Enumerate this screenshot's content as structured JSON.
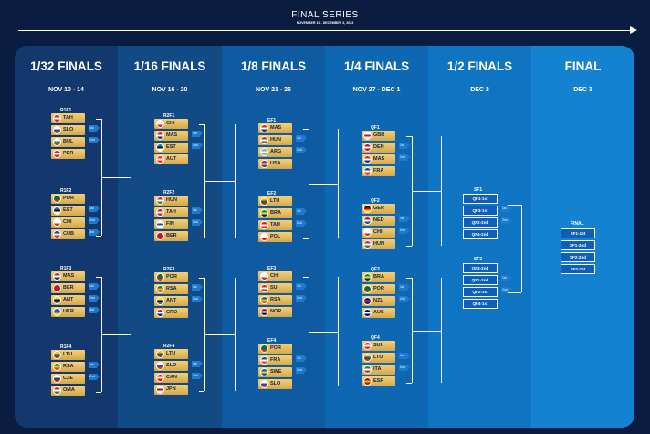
{
  "header": {
    "title": "FINAL SERIES",
    "subtitle": "NOVEMBER 10 - DECEMBER 3, 2023"
  },
  "rounds": [
    {
      "name": "1/32 FINALS",
      "date": "NOV 10 - 14",
      "color": "#13386e"
    },
    {
      "name": "1/16 FINALS",
      "date": "NOV 16 - 20",
      "color": "#124a86"
    },
    {
      "name": "1/8 FINALS",
      "date": "NOV 21 - 25",
      "color": "#0e5ba1"
    },
    {
      "name": "1/4 FINALS",
      "date": "NOV 27 - DEC 1",
      "color": "#0d67b2"
    },
    {
      "name": "1/2 FINALS",
      "date": "DEC 2",
      "color": "#0f75c3"
    },
    {
      "name": "FINAL",
      "date": "DEC 3",
      "color": "#1482d1"
    }
  ],
  "advance_labels": {
    "first": "1st",
    "second": "2nd",
    "third": "3rd"
  },
  "round_of_32": [
    {
      "label": "R1F1",
      "teams": [
        "TAH",
        "SLO",
        "BUL",
        "PER"
      ],
      "advance": [
        "1st",
        "2nd"
      ]
    },
    {
      "label": "R1F2",
      "teams": [
        "POR",
        "EST",
        "CHI",
        "CUB"
      ],
      "advance": [
        "1st",
        "2nd",
        "3rd"
      ]
    },
    {
      "label": "R1F3",
      "teams": [
        "MAS",
        "BER",
        "ANT",
        "UKR"
      ],
      "advance": [
        "1st",
        "2nd",
        "3rd"
      ]
    },
    {
      "label": "R1F4",
      "teams": [
        "LTU",
        "RSA",
        "CZE",
        "OMA"
      ],
      "advance": [
        "1st",
        "2nd"
      ]
    }
  ],
  "round_of_16": [
    {
      "label": "R2F1",
      "teams": [
        "CHI",
        "MAS",
        "EST",
        "AUT"
      ],
      "advance": [
        "1st",
        "2nd"
      ]
    },
    {
      "label": "R2F2",
      "teams": [
        "HUN",
        "TAH",
        "FIN",
        "BER"
      ],
      "advance": [
        "1st",
        "2nd"
      ]
    },
    {
      "label": "R2F3",
      "teams": [
        "POR",
        "RSA",
        "ANT",
        "CRO"
      ],
      "advance": [
        "1st",
        "2nd"
      ]
    },
    {
      "label": "R2F4",
      "teams": [
        "LTU",
        "SLO",
        "CAN",
        "JPN"
      ],
      "advance": [
        "1st",
        "2nd"
      ]
    }
  ],
  "round_of_8": [
    {
      "label": "EF1",
      "teams": [
        "MAS",
        "HUN",
        "ARG",
        "USA"
      ],
      "advance": [
        "1st",
        "2nd"
      ]
    },
    {
      "label": "EF2",
      "teams": [
        "LTU",
        "BRA",
        "TAH",
        "POL"
      ],
      "advance": [
        "1st",
        "2nd"
      ]
    },
    {
      "label": "EF3",
      "teams": [
        "CHI",
        "SUI",
        "RSA",
        "NOR"
      ],
      "advance": [
        "1st",
        "2nd"
      ]
    },
    {
      "label": "EF4",
      "teams": [
        "POR",
        "FRA",
        "SWE",
        "SLO"
      ],
      "advance": [
        "1st",
        "2nd"
      ]
    }
  ],
  "quarter_finals": [
    {
      "label": "QF1",
      "teams": [
        "GBR",
        "DEN",
        "MAS",
        "FRA"
      ],
      "advance": [
        "1st",
        "2nd"
      ]
    },
    {
      "label": "QF2",
      "teams": [
        "GER",
        "NED",
        "CHI",
        "HUN"
      ],
      "advance": [
        "1st",
        "2nd"
      ]
    },
    {
      "label": "QF3",
      "teams": [
        "BRA",
        "POR",
        "NZL",
        "AUS"
      ],
      "advance": [
        "1st",
        "2nd"
      ]
    },
    {
      "label": "QF4",
      "teams": [
        "SUI",
        "LTU",
        "ITA",
        "ESP"
      ],
      "advance": [
        "1st",
        "2nd"
      ]
    }
  ],
  "semi_finals": [
    {
      "label": "SF1",
      "slots": [
        "QF1-1st",
        "QF3-1st",
        "QF2-2nd",
        "QF4-2nd"
      ],
      "advance": [
        "1st",
        "2nd"
      ]
    },
    {
      "label": "SF2",
      "slots": [
        "QF3-2nd",
        "QF1-2nd",
        "QF2-1st",
        "QF4-1st"
      ],
      "advance": [
        "1st",
        "2nd"
      ]
    }
  ],
  "final": {
    "label": "FINAL",
    "slots": [
      "SF1-1st",
      "SF1-2nd",
      "SF2-2nd",
      "SF2-1st"
    ]
  },
  "flag_colors": {
    "TAH": [
      "#e21b2b",
      "#ffffff",
      "#e21b2b"
    ],
    "SLO": [
      "#ffffff",
      "#1f4aa8",
      "#e12b30"
    ],
    "BUL": [
      "#ffffff",
      "#12a05c",
      "#d62612"
    ],
    "PER": [
      "#d91023",
      "#ffffff",
      "#d91023"
    ],
    "POR": [
      "#0a6e2d",
      "#0a6e2d",
      "#e1271f"
    ],
    "EST": [
      "#1f6fd1",
      "#111111",
      "#ffffff"
    ],
    "CHI": [
      "#ffffff",
      "#ffffff",
      "#d52b1e"
    ],
    "CUB": [
      "#1b3c96",
      "#ffffff",
      "#d52b1e"
    ],
    "MAS": [
      "#d52b1e",
      "#ffffff",
      "#1a2f85"
    ],
    "BER": [
      "#c8102e",
      "#c8102e",
      "#c8102e"
    ],
    "ANT": [
      "#ffd400",
      "#111111",
      "#1d5bd1"
    ],
    "UKR": [
      "#1d5bd1",
      "#1d5bd1",
      "#ffd400"
    ],
    "LTU": [
      "#fdb913",
      "#006a44",
      "#c1272d"
    ],
    "RSA": [
      "#007a4d",
      "#ffb612",
      "#de3831"
    ],
    "CZE": [
      "#ffffff",
      "#11457e",
      "#d7141a"
    ],
    "OMA": [
      "#d62828",
      "#ffffff",
      "#0a8f3d"
    ],
    "AUT": [
      "#ed2939",
      "#ffffff",
      "#ed2939"
    ],
    "HUN": [
      "#ce2939",
      "#ffffff",
      "#477050"
    ],
    "FIN": [
      "#ffffff",
      "#1e4ea1",
      "#ffffff"
    ],
    "CRO": [
      "#ff0000",
      "#ffffff",
      "#171796"
    ],
    "CAN": [
      "#ff0000",
      "#ffffff",
      "#ff0000"
    ],
    "JPN": [
      "#ffffff",
      "#bc002d",
      "#ffffff"
    ],
    "ARG": [
      "#74acdf",
      "#ffffff",
      "#74acdf"
    ],
    "USA": [
      "#b22234",
      "#ffffff",
      "#3c3b6e"
    ],
    "BRA": [
      "#009c3b",
      "#ffdf00",
      "#002776"
    ],
    "POL": [
      "#ffffff",
      "#ffffff",
      "#dc143c"
    ],
    "SUI": [
      "#da291c",
      "#ffffff",
      "#da291c"
    ],
    "NOR": [
      "#ba0c2f",
      "#ffffff",
      "#00205b"
    ],
    "FRA": [
      "#0055a4",
      "#ffffff",
      "#ef4135"
    ],
    "SWE": [
      "#006aa7",
      "#fecc00",
      "#006aa7"
    ],
    "GBR": [
      "#ffffff",
      "#cf142b",
      "#ffffff"
    ],
    "DEN": [
      "#c8102e",
      "#ffffff",
      "#c8102e"
    ],
    "GER": [
      "#111111",
      "#dd0000",
      "#ffce00"
    ],
    "NED": [
      "#ae1c28",
      "#ffffff",
      "#21468b"
    ],
    "NZL": [
      "#00247d",
      "#cc142b",
      "#00247d"
    ],
    "AUS": [
      "#00008b",
      "#ffffff",
      "#00008b"
    ],
    "ITA": [
      "#009246",
      "#ffffff",
      "#ce2b37"
    ],
    "ESP": [
      "#aa151b",
      "#f1bf00",
      "#aa151b"
    ]
  }
}
